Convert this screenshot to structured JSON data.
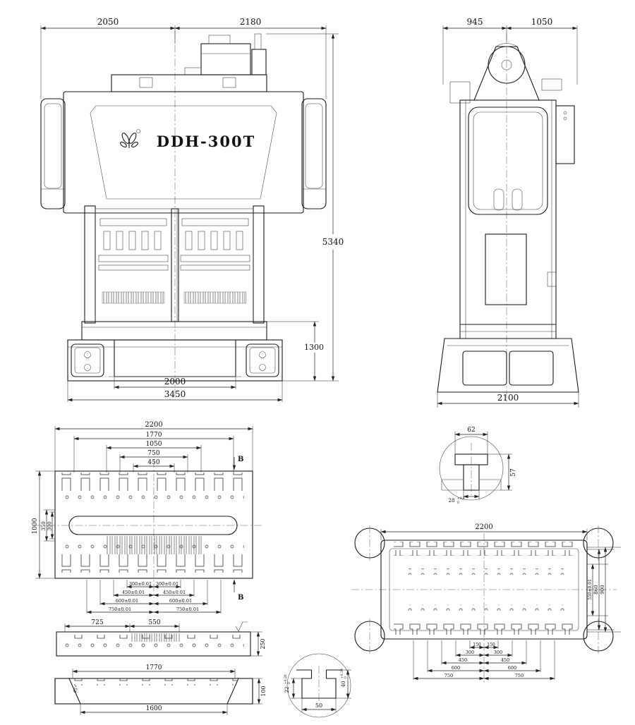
{
  "model": "DDH-300T",
  "front": {
    "w_left": "2050",
    "w_right": "2180",
    "h_total": "5340",
    "h_bed": "1300",
    "base_inner": "2000",
    "base_outer": "3450"
  },
  "side": {
    "w_left": "945",
    "w_right": "1050",
    "base": "2100"
  },
  "bolster": {
    "w": "2200",
    "w2": "1770",
    "w3": "1050",
    "w4": "750",
    "w5": "450",
    "depth": "1000",
    "d2": "350",
    "d3": "300",
    "section": "B",
    "chain": [
      "300±0.01",
      "300±0.01",
      "450±0.01",
      "450±0.01",
      "600±0.01",
      "600±0.01",
      "750±0.01",
      "750±0.01"
    ]
  },
  "bolt": {
    "w": "62",
    "h": "57",
    "shank": "28",
    "shank_tol_up": "+0.1",
    "shank_tol_low": "0"
  },
  "slide": {
    "w": "2200",
    "d1": "550±0.01",
    "d2": "860",
    "d3": "900",
    "chain": [
      "150",
      "150",
      "300",
      "300",
      "450",
      "450",
      "600",
      "600",
      "750",
      "750"
    ]
  },
  "section_bb": {
    "w1": "725",
    "w2": "550",
    "h": "250"
  },
  "plate_section": {
    "w_top": "1770",
    "w_bottom": "1600",
    "h": "100",
    "angle": "45°"
  },
  "tslot": {
    "w_bottom": "50",
    "d_cavity": "22",
    "d_cavity_tol_up": "+0.28",
    "d_cavity_tol_low": "0",
    "d_total": "40",
    "d_total_tol_up": "+0.39",
    "d_total_tol_low": "0"
  }
}
